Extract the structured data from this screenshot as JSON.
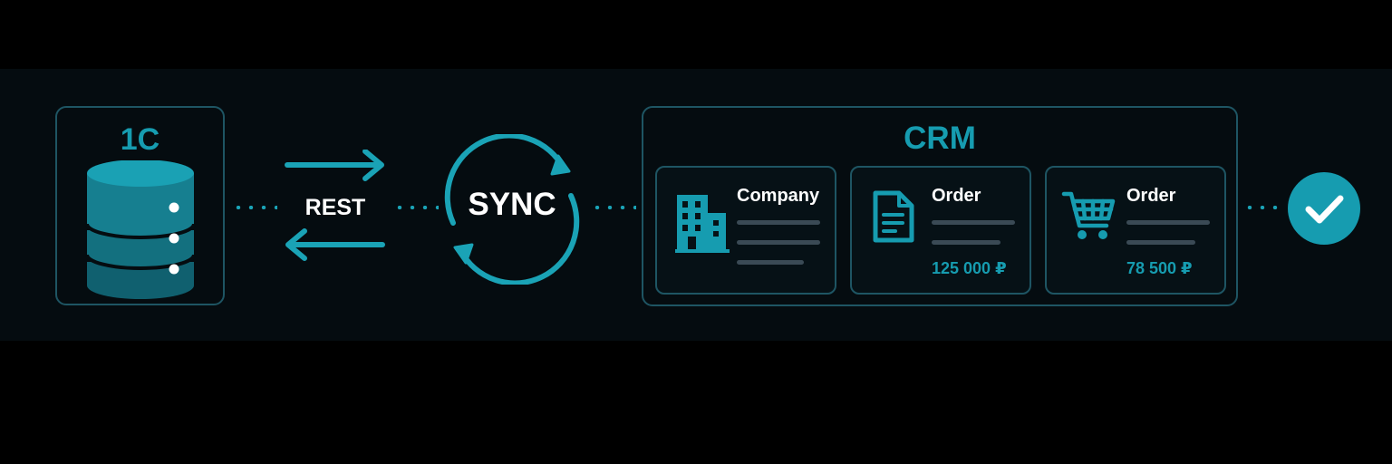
{
  "source": {
    "title": "1C",
    "icon": "database-icon"
  },
  "connector": {
    "label": "REST",
    "icon": "bidirectional-arrows-icon"
  },
  "sync": {
    "label": "SYNC",
    "icon": "sync-cycle-icon"
  },
  "crm": {
    "title": "CRM",
    "cards": [
      {
        "title": "Company",
        "icon": "building-icon",
        "amount": ""
      },
      {
        "title": "Order",
        "icon": "document-icon",
        "amount": "125 000 ₽"
      },
      {
        "title": "Order",
        "icon": "cart-icon",
        "amount": "78 500 ₽"
      }
    ]
  },
  "status": {
    "icon": "checkmark-icon"
  },
  "colors": {
    "accent": "#169cb0",
    "border": "#1e5563",
    "bar": "#3a4a55",
    "background": "#050c10"
  }
}
